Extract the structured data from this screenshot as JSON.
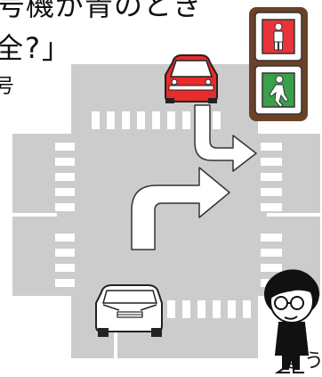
{
  "caption": {
    "line1": "号機が青のとき",
    "line2": "全?」",
    "line3": "号",
    "line4": "ょう"
  },
  "signal": {
    "red_color": "#e8333a",
    "green_color": "#3aa04a",
    "frame_color": "#6b4227",
    "red_icon": "pedestrian-stop-icon",
    "green_icon": "pedestrian-walk-icon"
  },
  "road": {
    "asphalt_color": "#cccccc",
    "marking_color": "#ffffff"
  },
  "cars": {
    "top_car_color": "#e82b2b",
    "bottom_car_color": "#ffffff"
  }
}
